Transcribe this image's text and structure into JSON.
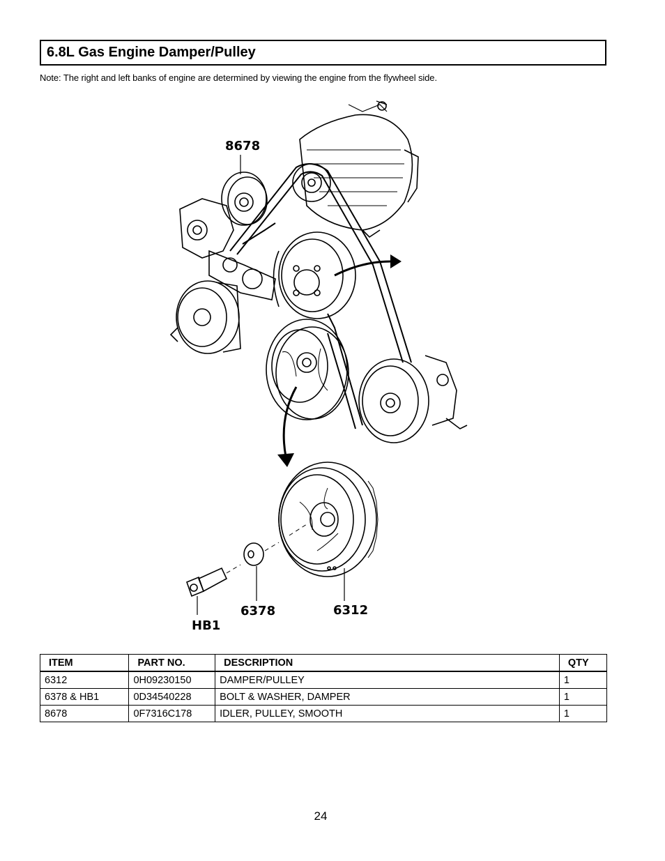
{
  "header": {
    "title": "6.8L Gas Engine Damper/Pulley"
  },
  "note": "Note: The right and left banks of engine are determined by viewing the engine from the flywheel side.",
  "diagram": {
    "callouts": {
      "idler": "8678",
      "washer": "6378",
      "damper": "6312",
      "bolt": "HB1"
    }
  },
  "parts_table": {
    "headers": {
      "item": "ITEM",
      "part_no": "PART NO.",
      "description": "DESCRIPTION",
      "qty": "QTY"
    },
    "rows": [
      {
        "item": "6312",
        "part_no": "0H09230150",
        "description": "DAMPER/PULLEY",
        "qty": "1"
      },
      {
        "item": "6378 & HB1",
        "part_no": "0D34540228",
        "description": "BOLT & WASHER, DAMPER",
        "qty": "1"
      },
      {
        "item": "8678",
        "part_no": "0F7316C178",
        "description": "IDLER, PULLEY, SMOOTH",
        "qty": "1"
      }
    ]
  },
  "footer": {
    "page_number": "24"
  }
}
